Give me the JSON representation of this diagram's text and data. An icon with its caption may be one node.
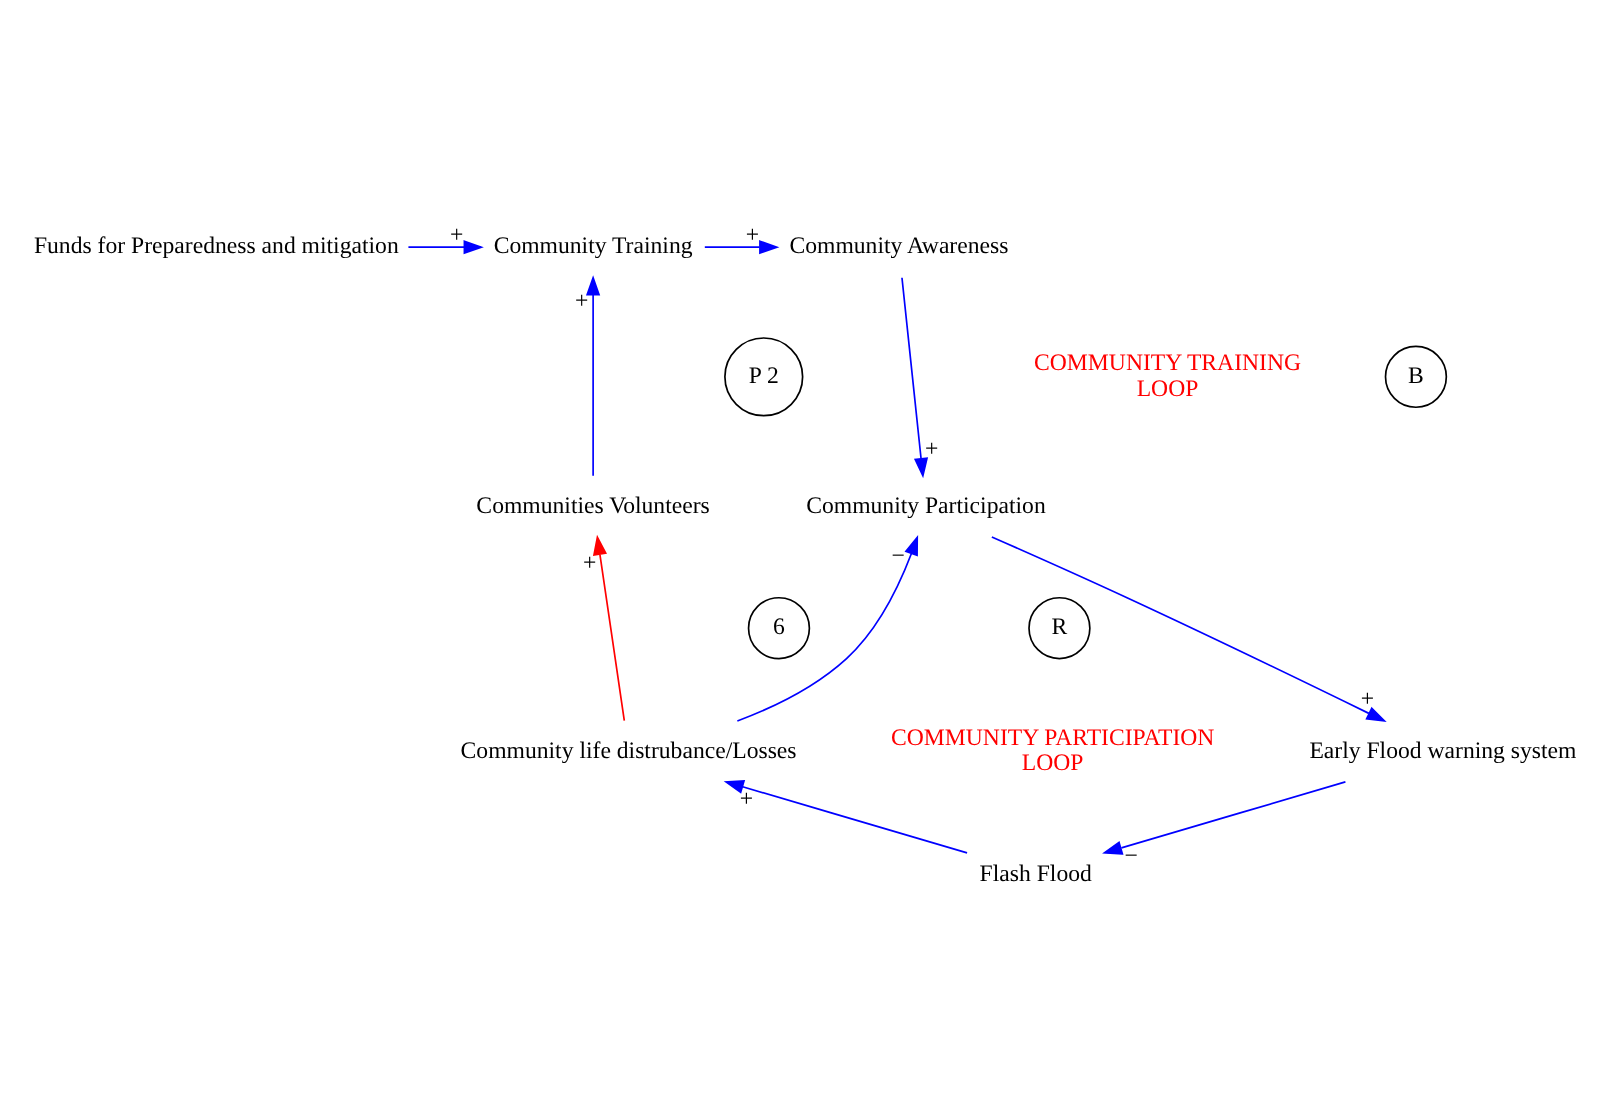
{
  "diagram": {
    "nodes": [
      {
        "text": [
          "Funds for Preparedness and mitigation"
        ]
      },
      {
        "text": [
          "Community Training"
        ]
      },
      {
        "text": [
          "Community Awareness"
        ]
      },
      {
        "text": [
          "Community Participation"
        ]
      },
      {
        "text": [
          "Early Flood warning system"
        ]
      },
      {
        "text": [
          "Flash Flood"
        ]
      },
      {
        "text": [
          "Community life distrubance/Losses"
        ]
      },
      {
        "text": [
          "Communities Volunteers"
        ]
      },
      {
        "text": [
          "P 2"
        ]
      },
      {
        "text": [
          "B"
        ]
      },
      {
        "text": [
          "6"
        ]
      },
      {
        "text": [
          "R"
        ]
      }
    ],
    "edges": [
      {
        "from": 0,
        "to": 1,
        "arrow": "to",
        "label": "+"
      },
      {
        "from": 1,
        "to": 2,
        "arrow": "to",
        "label": "+"
      },
      {
        "from": 2,
        "to": 3,
        "arrow": "to",
        "label": "+"
      },
      {
        "from": 3,
        "to": 4,
        "arrow": "to",
        "label": "+"
      },
      {
        "from": 4,
        "to": 5,
        "arrow": "to",
        "label": "−"
      },
      {
        "from": 5,
        "to": 6,
        "arrow": "to",
        "label": "+"
      },
      {
        "from": 6,
        "to": 3,
        "arrow": "to",
        "label": "−"
      },
      {
        "from": 6,
        "to": 7,
        "arrow": "to",
        "label": "+",
        "color": "#ff0000"
      },
      {
        "from": 7,
        "to": 1,
        "arrow": "to",
        "label": "+"
      }
    ],
    "labels": [
      "COMMUNITY TRAINING LOOP",
      "COMMUNITY PARTICIPATION LOOP"
    ]
  }
}
